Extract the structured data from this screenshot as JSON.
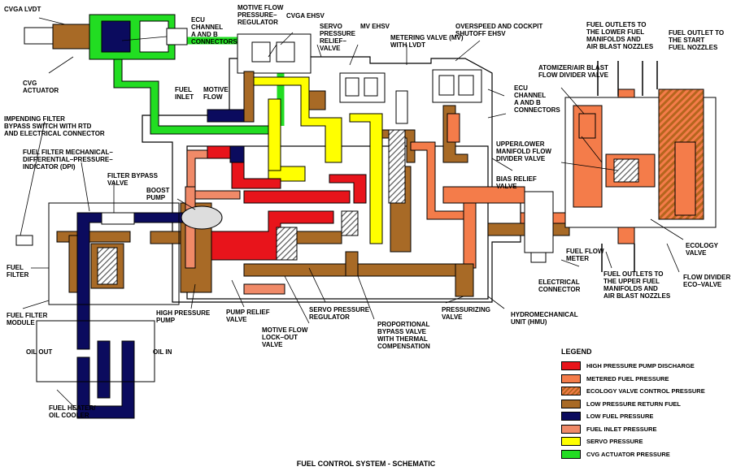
{
  "title": "FUEL CONTROL SYSTEM - SCHEMATIC",
  "labels": {
    "cvga_lvdt": "CVGA LVDT",
    "cvg_actuator": [
      "CVG",
      "ACTUATOR"
    ],
    "ecu_ab_top": [
      "ECU",
      "CHANNEL",
      "A AND B",
      "CONNECTORS"
    ],
    "motive_flow_prv": [
      "MOTIVE FLOW",
      "PRESSURE–",
      "REGULATOR"
    ],
    "cvga_ehsv": "CVGA EHSV",
    "servo_prv": [
      "SERVO",
      "PRESSURE",
      "RELIEF–",
      "VALVE"
    ],
    "mv_ehsv": "MV EHSV",
    "metering_valve": [
      "METERING VALVE (MV)",
      "WITH LVDT"
    ],
    "overspeed": [
      "OVERSPEED AND COCKPIT",
      "SHUTOFF EHSV"
    ],
    "fuel_outlets_lower": [
      "FUEL OUTLETS TO",
      "THE LOWER FUEL",
      "MANIFOLDS AND",
      "AIR BLAST NOZZLES"
    ],
    "fuel_outlet_start": [
      "FUEL OUTLET TO",
      "THE START",
      "FUEL NOZZLES"
    ],
    "fuel_inlet": [
      "FUEL",
      "INLET"
    ],
    "motive_flow": [
      "MOTIVE",
      "FLOW"
    ],
    "ecu_ab_right": [
      "ECU",
      "CHANNEL",
      "A AND B",
      "CONNECTORS"
    ],
    "atomizer": [
      "ATOMIZER/AIR BLAST",
      "FLOW DIVIDER VALVE"
    ],
    "impending_filter": [
      "IMPENDING FILTER",
      "BYPASS SWITCH WITH RTD",
      "AND ELECTRICAL CONNECTOR"
    ],
    "dpi": [
      "FUEL FILTER MECHANICAL–",
      "DIFFERENTIAL–PRESSURE–",
      "INDICATOR (DPI)"
    ],
    "filter_bypass": [
      "FILTER BYPASS",
      "VALVE"
    ],
    "boost_pump": [
      "BOOST",
      "PUMP"
    ],
    "upper_lower": [
      "UPPER/LOWER",
      "MANIFOLD FLOW",
      "DIVIDER VALVE"
    ],
    "bias_relief": [
      "BIAS RELIEF",
      "VALVE"
    ],
    "fuel_filter": [
      "FUEL",
      "FILTER"
    ],
    "fuel_flow_meter": [
      "FUEL FLOW",
      "METER"
    ],
    "ecology_valve": [
      "ECOLOGY",
      "VALVE"
    ],
    "electrical_connector": [
      "ELECTRICAL",
      "CONNECTOR"
    ],
    "fuel_outlets_upper": [
      "FUEL OUTLETS TO",
      "THE UPPER FUEL",
      "MANIFOLDS AND",
      "AIR BLAST NOZZLES"
    ],
    "flow_divider_eco": [
      "FLOW DIVIDER",
      "ECO–VALVE"
    ],
    "fuel_filter_module": [
      "FUEL FILTER",
      "MODULE"
    ],
    "hp_pump": [
      "HIGH PRESSURE",
      "PUMP"
    ],
    "pump_relief": [
      "PUMP RELIEF",
      "VALVE"
    ],
    "servo_regulator": [
      "SERVO PRESSURE",
      "REGULATOR"
    ],
    "pressurizing": [
      "PRESSURIZING",
      "VALVE"
    ],
    "hmu": [
      "HYDROMECHANICAL",
      "UNIT (HMU)"
    ],
    "motive_lockout": [
      "MOTIVE FLOW",
      "LOCK–OUT",
      "VALVE"
    ],
    "proportional_bypass": [
      "PROPORTIONAL",
      "BYPASS VALVE",
      "WITH THERMAL",
      "COMPENSATION"
    ],
    "oil_out": "OIL OUT",
    "oil_in": "OIL IN",
    "heater": [
      "FUEL HEATER/",
      "OIL COOLER"
    ]
  },
  "legend": {
    "heading": "LEGEND",
    "items": [
      {
        "label": "HIGH PRESSURE PUMP DISCHARGE",
        "color": "#e8141b"
      },
      {
        "label": "METERED FUEL PRESSURE",
        "color": "#f47c4a"
      },
      {
        "label": "ECOLOGY VALVE CONTROL PRESSURE",
        "color": "hatch"
      },
      {
        "label": "LOW PRESSURE RETURN FUEL",
        "color": "#a86a26"
      },
      {
        "label": "LOW FUEL PRESSURE",
        "color": "#0b0b5e"
      },
      {
        "label": "FUEL INLET PRESSURE",
        "color": "#f08a68"
      },
      {
        "label": "SERVO PRESSURE",
        "color": "#ffff00"
      },
      {
        "label": "CVG ACTUATOR PRESSURE",
        "color": "#22dd22"
      }
    ]
  }
}
